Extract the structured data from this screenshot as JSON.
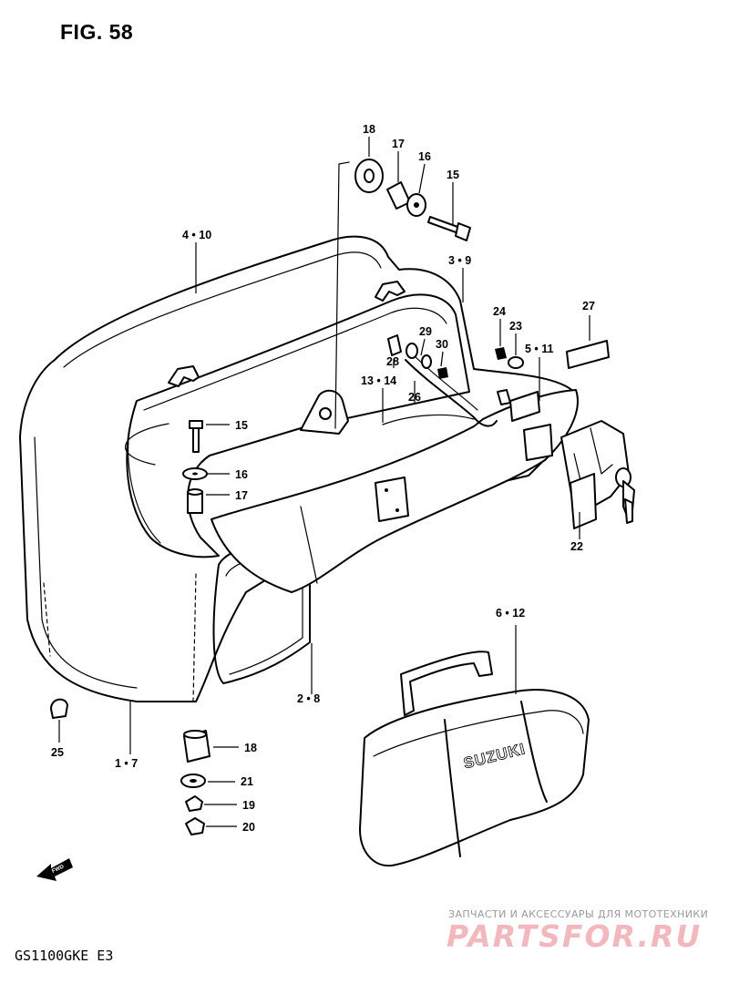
{
  "figure": {
    "title": "FIG. 58",
    "model": "GS1100GKE  E3"
  },
  "brand_text": "SUZUKI",
  "watermark": {
    "line1": "ЗАПЧАСТИ И АКСЕССУАРЫ ДЛЯ МОТОТЕХНИКИ",
    "logo": "PARTSFOR.RU"
  },
  "direction_marker": "FWD",
  "callouts": [
    {
      "id": "c18a",
      "text": "18"
    },
    {
      "id": "c17a",
      "text": "17"
    },
    {
      "id": "c16a",
      "text": "16"
    },
    {
      "id": "c15a",
      "text": "15"
    },
    {
      "id": "c4_10",
      "text": "4 • 10"
    },
    {
      "id": "c3_9",
      "text": "3 • 9"
    },
    {
      "id": "c27",
      "text": "27"
    },
    {
      "id": "c24",
      "text": "24"
    },
    {
      "id": "c23",
      "text": "23"
    },
    {
      "id": "c5_11",
      "text": "5 • 11"
    },
    {
      "id": "c28",
      "text": "28"
    },
    {
      "id": "c29",
      "text": "29"
    },
    {
      "id": "c30",
      "text": "30"
    },
    {
      "id": "c13_14",
      "text": "13 • 14"
    },
    {
      "id": "c26",
      "text": "26"
    },
    {
      "id": "c15b",
      "text": "15"
    },
    {
      "id": "c16b",
      "text": "16"
    },
    {
      "id": "c17b",
      "text": "17"
    },
    {
      "id": "c22",
      "text": "22"
    },
    {
      "id": "c6_12",
      "text": "6 • 12"
    },
    {
      "id": "c2_8",
      "text": "2 • 8"
    },
    {
      "id": "c25",
      "text": "25"
    },
    {
      "id": "c1_7",
      "text": "1 • 7"
    },
    {
      "id": "c18b",
      "text": "18"
    },
    {
      "id": "c21",
      "text": "21"
    },
    {
      "id": "c19",
      "text": "19"
    },
    {
      "id": "c20",
      "text": "20"
    }
  ]
}
